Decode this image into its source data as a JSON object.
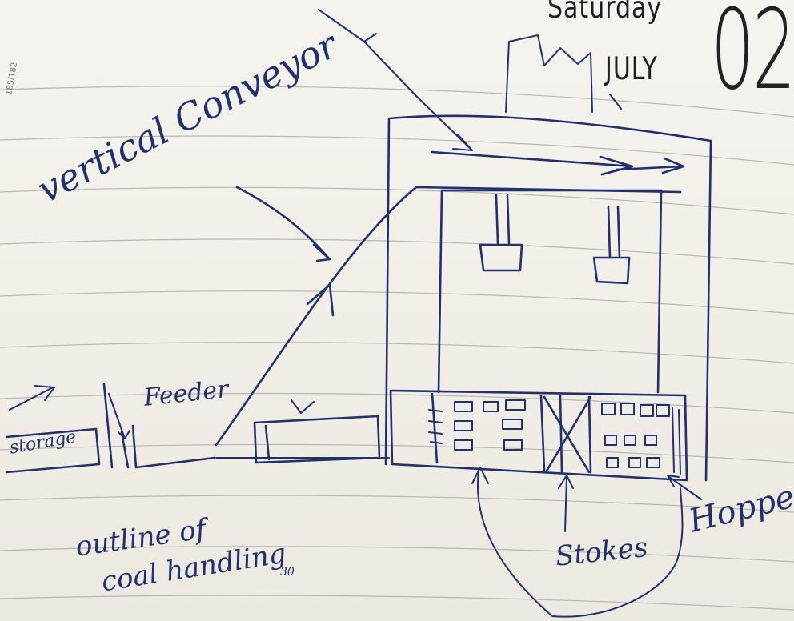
{
  "diary_header": {
    "day": "Saturday",
    "month": "JULY",
    "date": "02",
    "edge_code": "185/182"
  },
  "sketch": {
    "title_line_1": "outline of",
    "title_line_2": "coal handling",
    "title_number": "30",
    "labels": {
      "vertical_conveyor": "vertical Conveyor",
      "feeder": "Feeder",
      "storage": "storage",
      "stokers": "Stokes",
      "hopper": "Hopper"
    }
  },
  "colors": {
    "ink": "#22306b",
    "paper": "#f4f2ec",
    "rule_line": "#b9b7b4",
    "print": "#1e1e1e"
  }
}
